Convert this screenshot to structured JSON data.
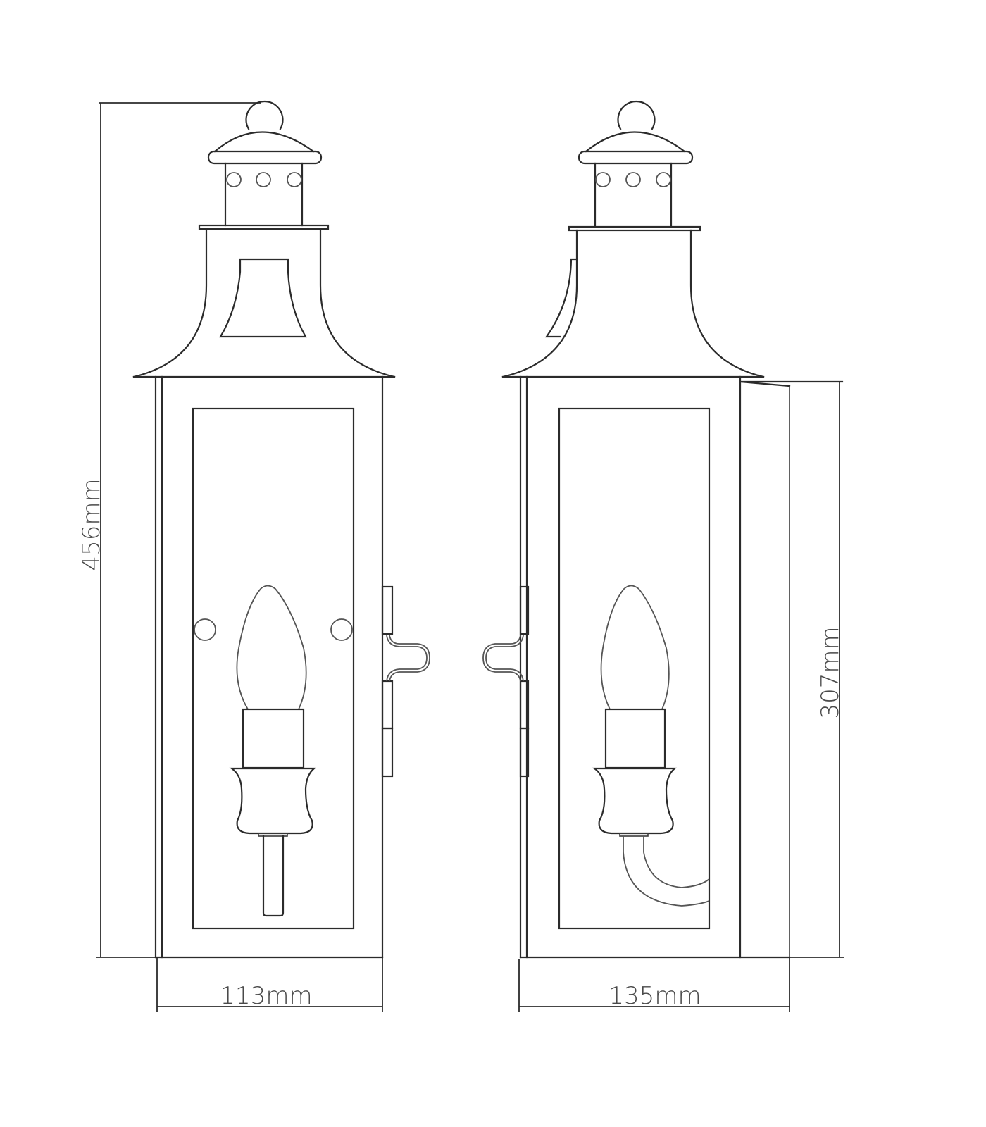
{
  "diagram": {
    "type": "technical-dimension-drawing",
    "subject": "wall lantern",
    "views": [
      {
        "id": "front",
        "name": "front view"
      },
      {
        "id": "side",
        "name": "side view"
      }
    ],
    "dimensions": {
      "overall_height": "456mm",
      "front_width": "113mm",
      "side_depth": "135mm",
      "backplate_height": "307mm"
    },
    "colors": {
      "line": "#2b2b2b",
      "text": "#4a4a4a",
      "background": "#ffffff"
    }
  }
}
